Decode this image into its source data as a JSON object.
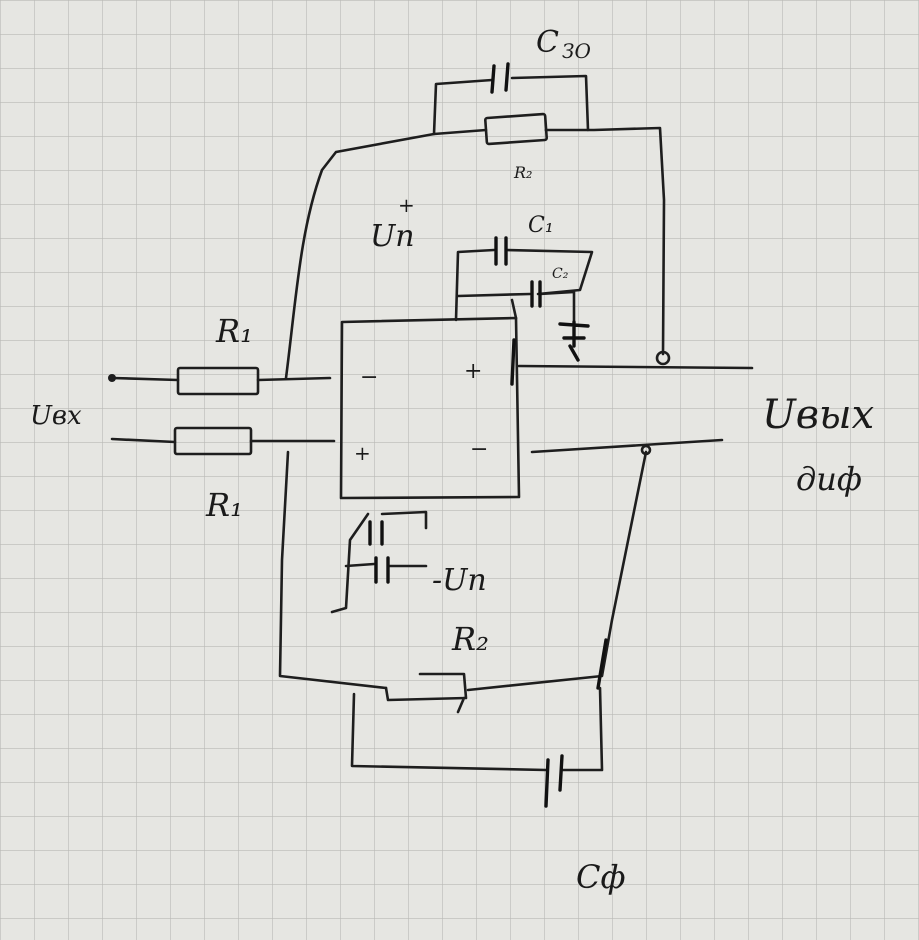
{
  "labels": {
    "c_top": "C",
    "c_top_sub": "ЗО",
    "r_top": "R₂",
    "c1": "C₁",
    "c2": "C₂",
    "un_plus": "Uп",
    "un_plus_sign": "+",
    "un_minus": "-Uп",
    "r1_top": "R₁",
    "r1_bottom": "R₁",
    "r2": "R₂",
    "cf": "Cф",
    "u_in": "Uвх",
    "u_out": "Uвых",
    "u_out_sub": "диф",
    "pin_minus": "−",
    "pin_plus": "+",
    "out_plus": "+",
    "out_minus": "−"
  },
  "colors": {
    "paper": "#e6e6e2",
    "grid": "#b9b9b5",
    "ink": "#1e1e1e"
  }
}
